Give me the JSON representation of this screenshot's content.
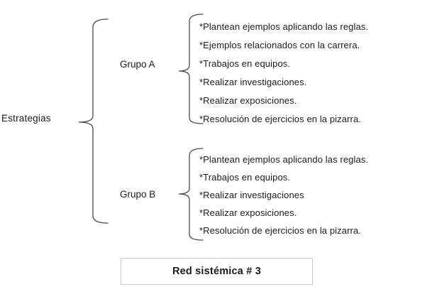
{
  "diagram": {
    "root_label": "Estrategias",
    "groups": [
      {
        "label": "Grupo A",
        "items": [
          "*Plantean ejemplos aplicando las reglas.",
          "*Ejemplos relacionados con la carrera.",
          "*Trabajos en equipos.",
          "*Realizar investigaciones.",
          "*Realizar exposiciones.",
          "*Resolución de ejercicios en la pizarra."
        ]
      },
      {
        "label": "Grupo B",
        "items": [
          "*Plantean ejemplos aplicando las reglas.",
          "*Trabajos en equipos.",
          "*Realizar investigaciones",
          "*Realizar exposiciones.",
          "*Resolución de ejercicios en la pizarra."
        ]
      }
    ],
    "caption": "Red sistémica # 3"
  },
  "colors": {
    "text": "#1a1a1a",
    "brace": "#4a4a4a",
    "caption_border": "#c9c9c9",
    "background": "#ffffff"
  }
}
